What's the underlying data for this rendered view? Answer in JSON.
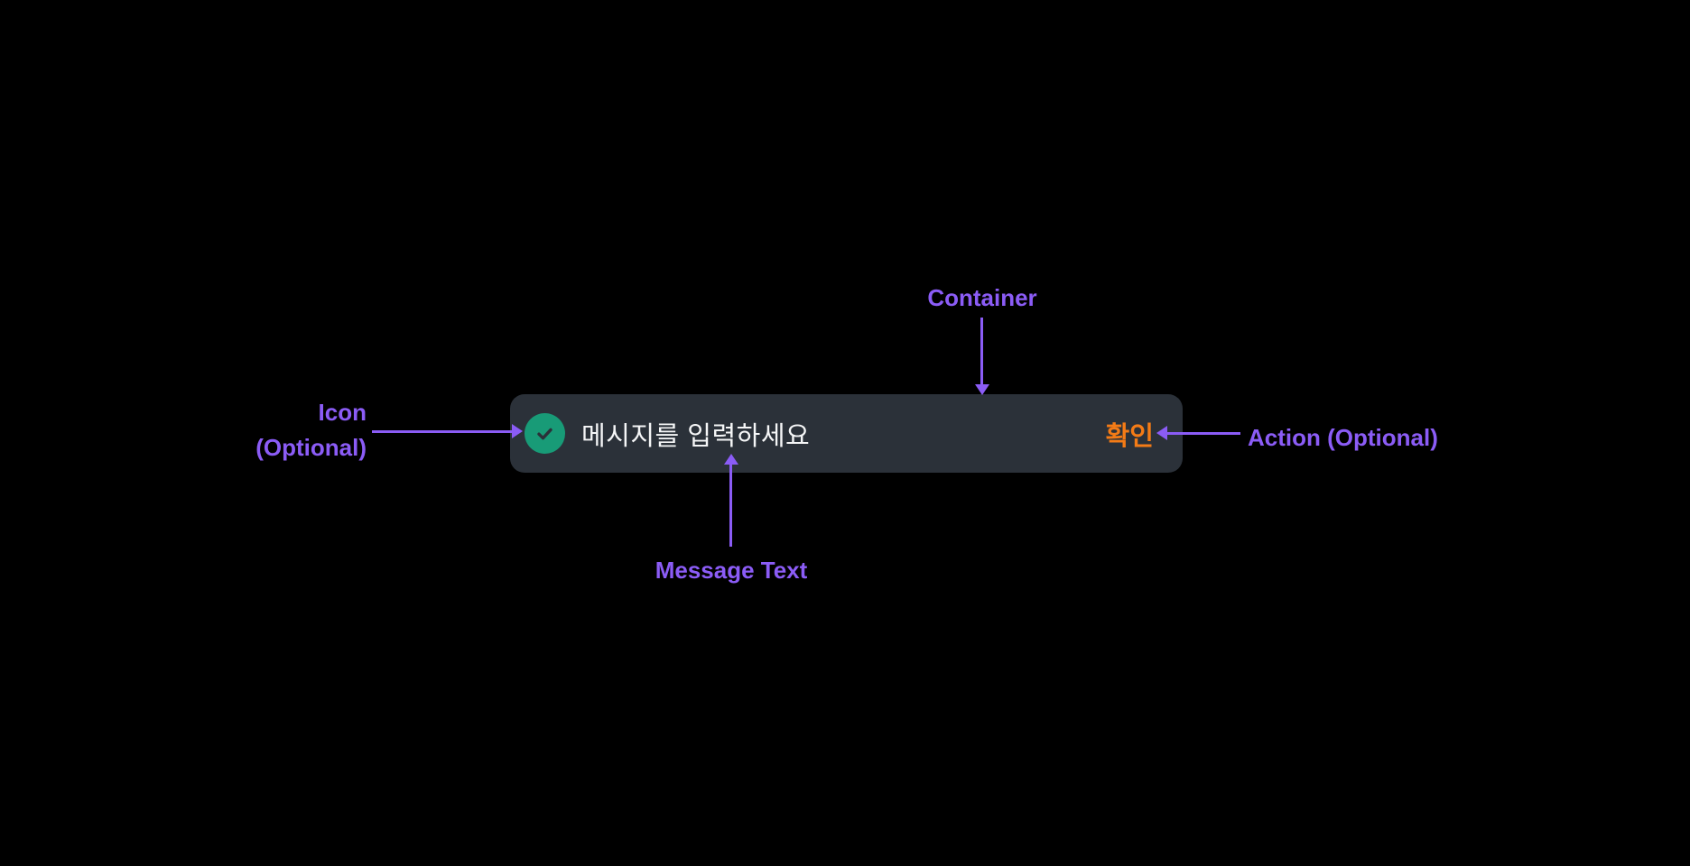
{
  "canvas": {
    "background_color": "#000000"
  },
  "snackbar": {
    "container_color": "#2b3139",
    "icon": {
      "name": "check-circle",
      "circle_color": "#189b77",
      "check_color": "#2b3139"
    },
    "message_text": "메시지를 입력하세요",
    "message_color": "#f5f6f7",
    "action_label": "확인",
    "action_color": "#f47b16"
  },
  "annotations": {
    "accent_color": "#8b5cf6",
    "container_label": "Container",
    "icon_label_line1": "Icon",
    "icon_label_line2": "(Optional)",
    "message_label": "Message Text",
    "action_label": "Action (Optional)"
  }
}
